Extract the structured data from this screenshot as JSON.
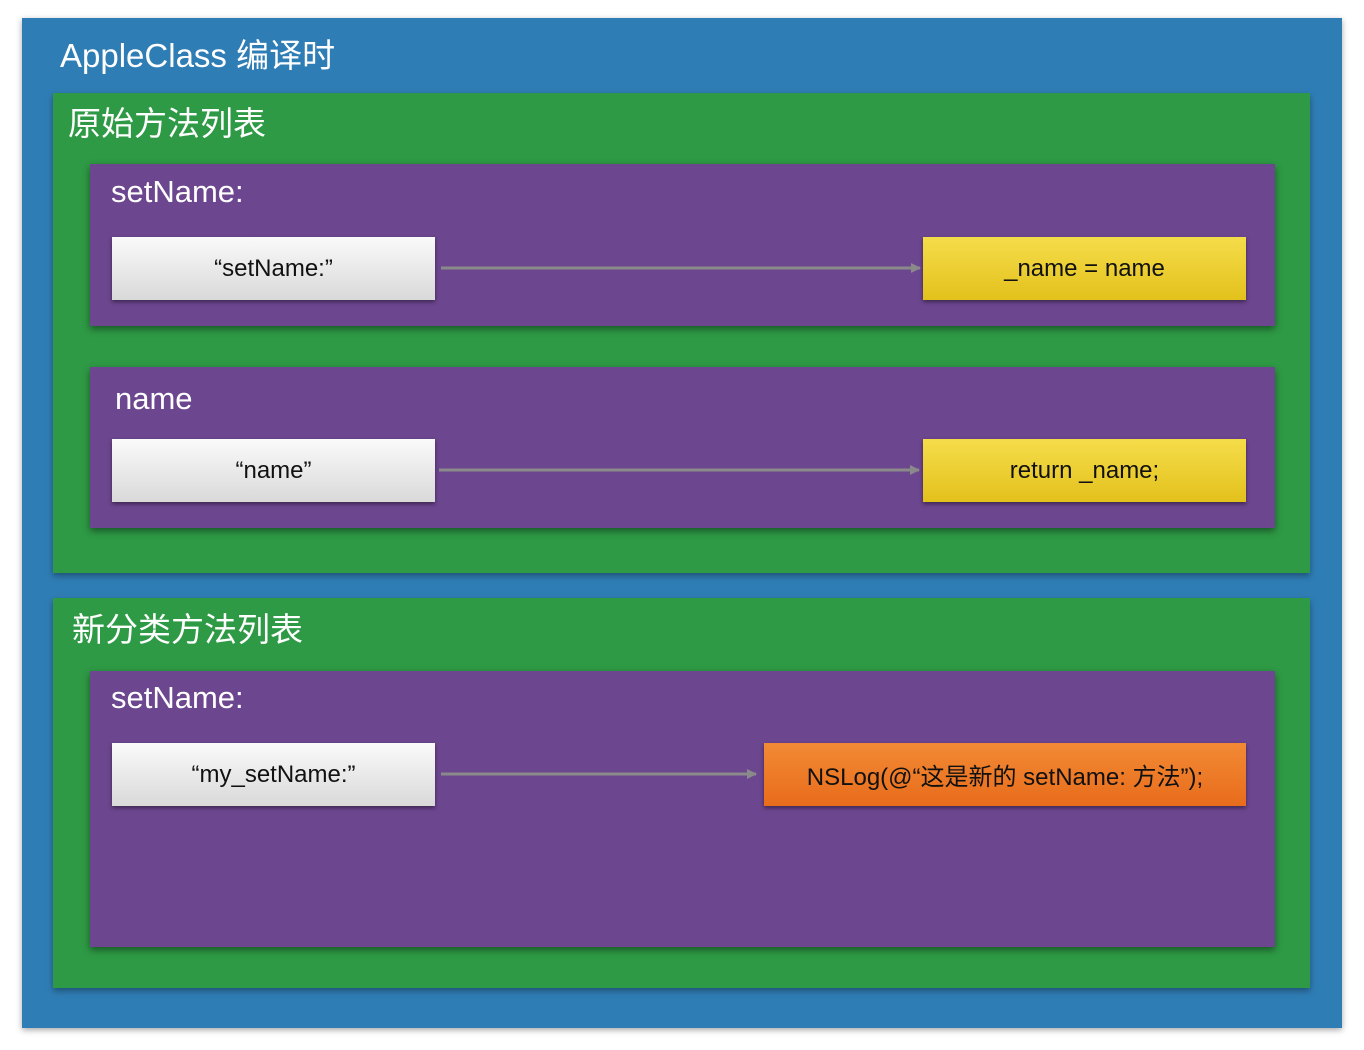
{
  "title": "AppleClass 编译时",
  "original_list": {
    "title": "原始方法列表",
    "methods": [
      {
        "name": "setName:",
        "selector": "“setName:”",
        "imp": "_name = name"
      },
      {
        "name": "name",
        "selector": "“name”",
        "imp": "return _name;"
      }
    ]
  },
  "category_list": {
    "title": "新分类方法列表",
    "methods": [
      {
        "name": "setName:",
        "selector": "“my_setName:”",
        "imp": "NSLog(@“这是新的 setName: 方法”);"
      }
    ]
  },
  "colors": {
    "class_bg": "#2f7db5",
    "list_bg": "#2e9a45",
    "method_bg": "#6c468f",
    "selector_bg": "#e6e6e6",
    "imp_original": "#ebcb2a",
    "imp_category": "#ec7a25",
    "arrow": "#8a8a8a"
  }
}
